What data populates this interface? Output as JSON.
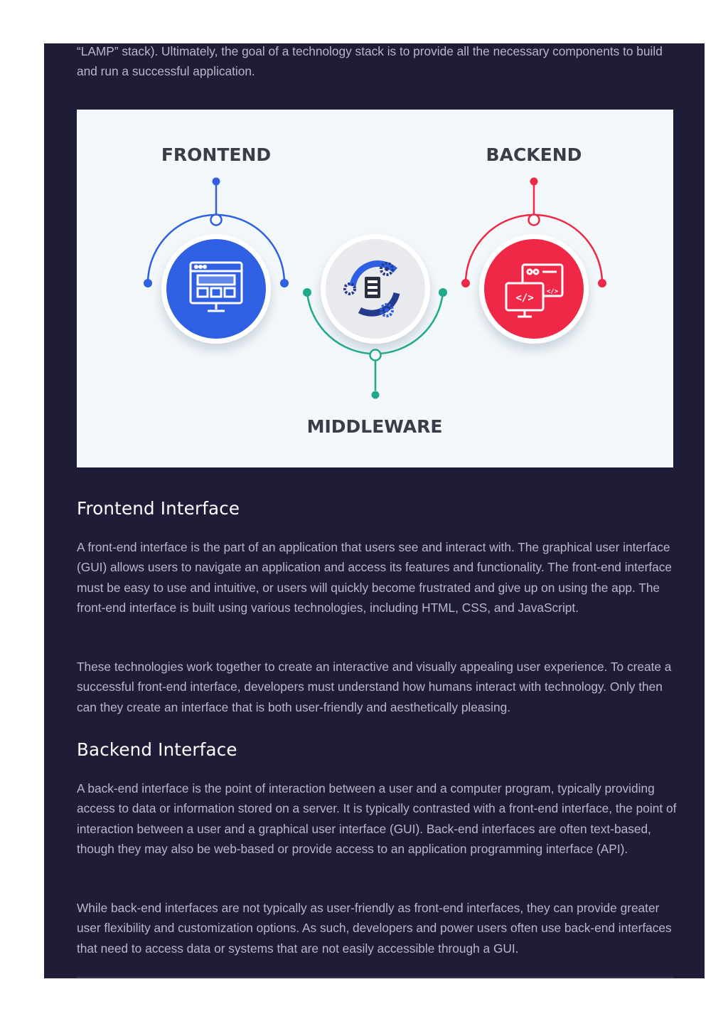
{
  "intro": {
    "text": "“LAMP” stack). Ultimately, the goal of a technology stack is to provide all the necessary components to build and run a successful application."
  },
  "diagram": {
    "frontend_label": "FRONTEND",
    "backend_label": "BACKEND",
    "middleware_label": "MIDDLEWARE",
    "colors": {
      "frontend": "#2f5fe3",
      "backend": "#ee2846",
      "middleware": "#1fa98b",
      "background": "#f3f8fb"
    },
    "icons": [
      "web-browser-monitor-icon",
      "server-gears-icon",
      "code-monitor-icon"
    ]
  },
  "sections": [
    {
      "heading": "Frontend Interface",
      "paragraphs": [
        "A front-end interface is the part of an application that users see and interact with. The graphical user interface (GUI) allows users to navigate an application and access its features and functionality. The front-end interface must be easy to use and intuitive, or users will quickly become frustrated and give up on using the app. The front-end interface is built using various technologies, including HTML, CSS, and JavaScript.",
        "These technologies work together to create an interactive and visually appealing user experience. To create a successful front-end interface, developers must understand how humans interact with technology. Only then can they create an interface that is both user-friendly and aesthetically pleasing."
      ]
    },
    {
      "heading": "Backend Interface",
      "paragraphs": [
        "A back-end interface is the point of interaction between a user and a computer program, typically providing access to data or information stored on a server. It is typically contrasted with a front-end interface, the point of interaction between a user and a graphical user interface (GUI). Back-end interfaces are often text-based, though they may also be web-based or provide access to an application programming interface (API).",
        "While back-end interfaces are not typically as user-friendly as front-end interfaces, they can provide greater user flexibility and customization options. As such, developers and power users often use back-end interfaces that need to access data or systems that are not easily accessible through a GUI."
      ]
    }
  ]
}
